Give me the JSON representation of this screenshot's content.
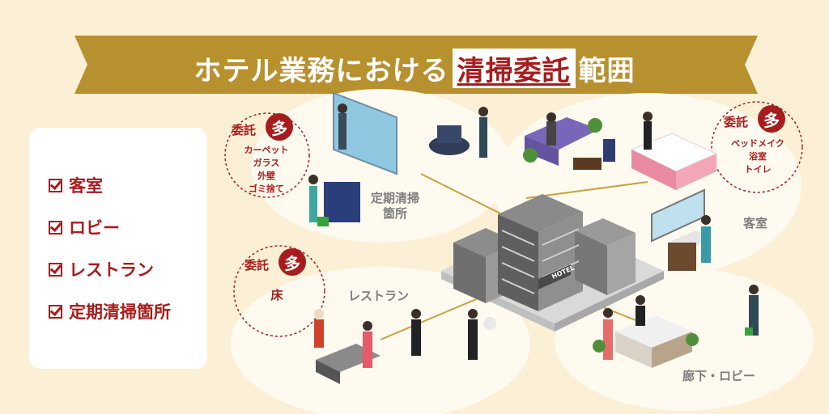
{
  "banner": {
    "title_prefix": "ホテル業務における",
    "title_highlight": "清掃委託",
    "title_suffix": "範囲"
  },
  "checklist": {
    "items": [
      {
        "label": "客室"
      },
      {
        "label": "ロビー"
      },
      {
        "label": "レストラン"
      },
      {
        "label": "定期清掃箇所"
      }
    ]
  },
  "areas": {
    "periodic": {
      "line1": "定期清掃",
      "line2": "箇所"
    },
    "guest_room": {
      "label": "客室"
    },
    "restaurant": {
      "label": "レストラン"
    },
    "corridor": {
      "label": "廊下・ロビー"
    },
    "hotel_sign": {
      "label": "HOTEL"
    }
  },
  "badges": {
    "periodic": {
      "title": "委託",
      "mark": "多",
      "items": [
        "カーペット",
        "ガラス",
        "外壁",
        "ゴミ捨て"
      ]
    },
    "guest_room": {
      "title": "委託",
      "mark": "多",
      "items": [
        "ベッドメイク",
        "浴室",
        "トイレ"
      ]
    },
    "restaurant": {
      "title": "委託",
      "mark": "多",
      "items": [
        "床"
      ]
    }
  },
  "colors": {
    "background": "#fbf0d6",
    "banner": "#b8912f",
    "accent": "#a71d1d",
    "circle": "#fffaf0"
  }
}
